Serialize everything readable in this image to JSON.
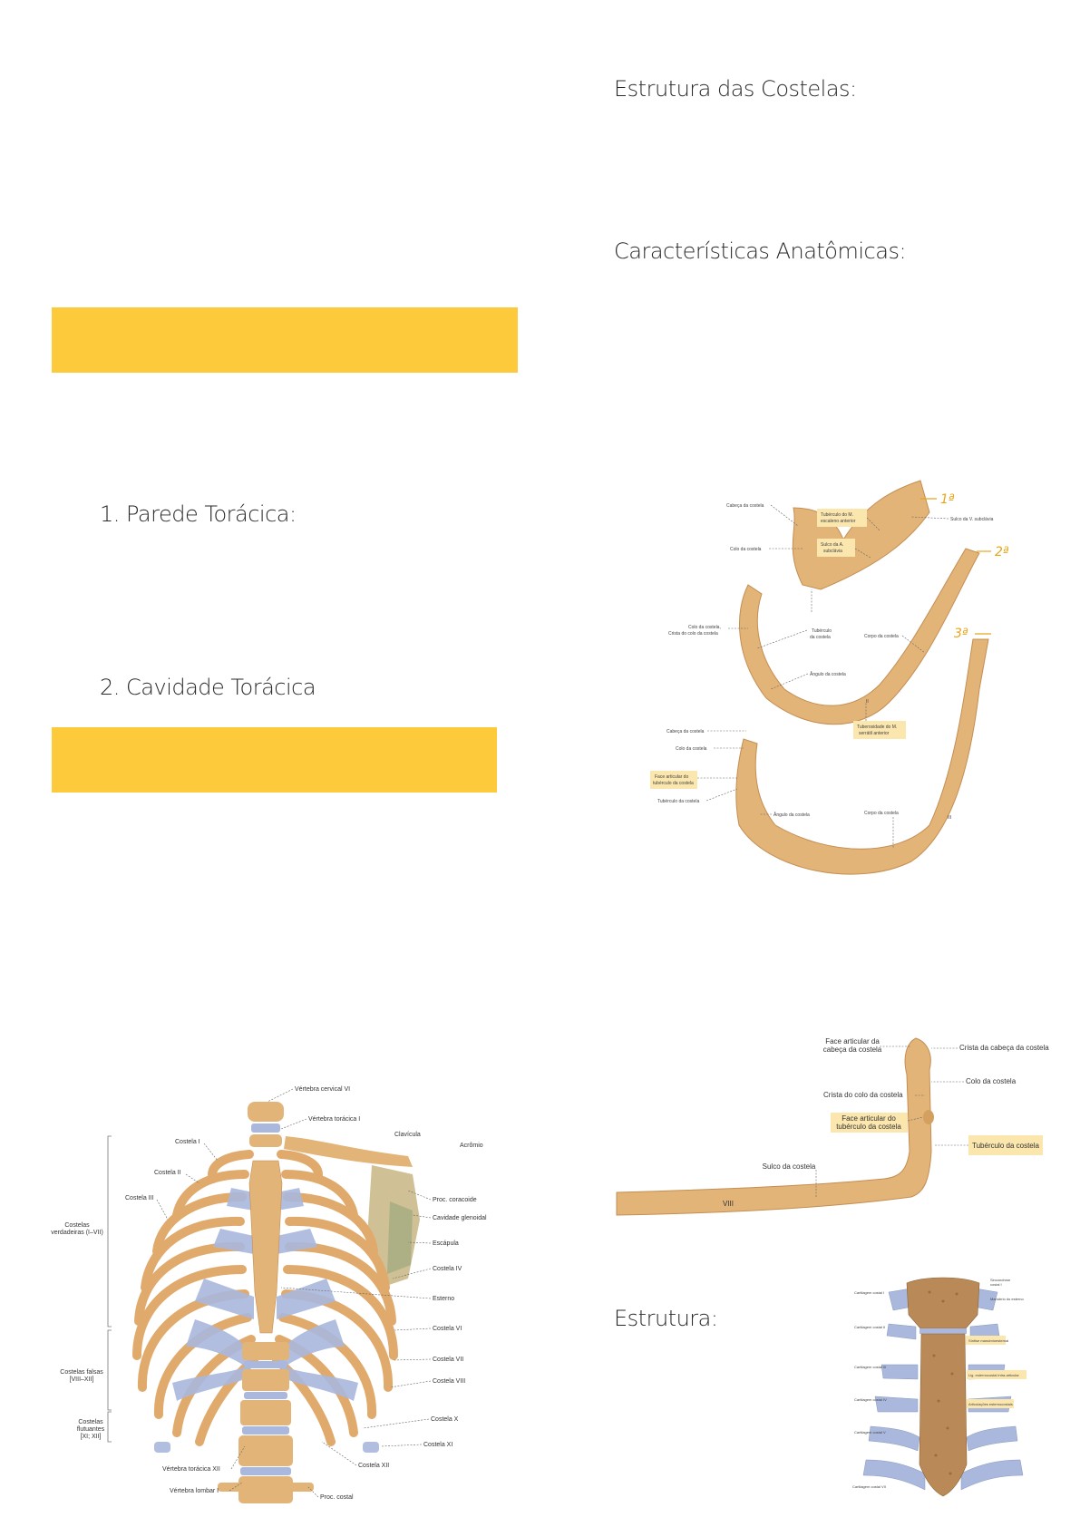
{
  "headings": {
    "estrutura_costelas": "Estrutura das Costelas:",
    "caracteristicas": "Características Anatômicas:",
    "parede": "1. Parede Torácica:",
    "cavidade": "2. Cavidade Torácica",
    "estrutura": "Estrutura:"
  },
  "colors": {
    "highlight": "#fdca3c",
    "bone": "#e2b478",
    "cartilage": "#a9b8dc",
    "handwriting": "#e8a51a"
  },
  "ribs_figure": {
    "handwritten": [
      "1ª",
      "2ª",
      "3ª"
    ],
    "labels": {
      "cabeca1": "Cabeça da costela",
      "tub_escaleno_1": "Tubérculo do M.",
      "tub_escaleno_2": "escaleno anterior",
      "sulco_subclavia": "Sulco da V. subclávia",
      "colo1": "Colo da costela",
      "sulco_a_1": "Sulco da A.",
      "sulco_a_2": "subclávia",
      "colo_crista_1": "Colo da costela,",
      "colo_crista_2": "Crista do colo da costela",
      "tuberculo_1": "Tubérculo",
      "tuberculo_2": "da costela",
      "corpo1": "Corpo da costela",
      "angulo1": "Ângulo da costela",
      "tuberosidade_1": "Tuberosidade do M.",
      "tuberosidade_2": "serrátil anterior",
      "cabeca2": "Cabeça da costela",
      "colo2": "Colo da costela",
      "face_art_1": "Face articular do",
      "face_art_2": "tubérculo da costela",
      "tuberculo3": "Tubérculo da costela",
      "angulo2": "Ângulo da costela",
      "corpo2": "Corpo da costela",
      "num_ii": "II",
      "num_iii": "III"
    }
  },
  "rib8_figure": {
    "labels": {
      "face_cabeca_1": "Face articular da",
      "face_cabeca_2": "cabeça da costela",
      "crista_cabeca": "Crista da cabeça da costela",
      "colo": "Colo da costela",
      "crista_colo": "Crista do colo da costela",
      "face_tub_1": "Face articular do",
      "face_tub_2": "tubérculo da costela",
      "tuberculo": "Tubérculo da costela",
      "sulco": "Sulco da costela",
      "num_viii": "VIII"
    }
  },
  "sternum_figure": {
    "labels": {
      "sincondrose_1": "Sincondrose",
      "sincondrose_2": "costal I",
      "manubrio": "Manúbrio do esterno",
      "cart1": "Cartilagem costal I",
      "cart2": "Cartilagem costal II",
      "sinfise": "Sínfise manubrioesternal",
      "cart3": "Cartilagem costal III",
      "lig": "Lig. esternocostal intra-articular",
      "cart4": "Cartilagem costal IV",
      "artic": "Articulações esternocostais",
      "cart5": "Cartilagem costal V",
      "cart7": "Cartilagem costal VII"
    }
  },
  "thorax_figure": {
    "labels": {
      "vcervical": "Vértebra cervical VI",
      "vtoracica1": "Vértebra torácica I",
      "clavicula": "Clavícula",
      "acromio": "Acrômio",
      "costela1": "Costela I",
      "costela2": "Costela II",
      "costela3": "Costela III",
      "proc_coracoide": "Proc. coracoide",
      "cav_glenoidal": "Cavidade glenoidal",
      "escapula": "Escápula",
      "costela4": "Costela IV",
      "esterno": "Esterno",
      "costela6": "Costela VI",
      "costela7": "Costela VII",
      "costela8": "Costela VIII",
      "costela10": "Costela X",
      "costela11": "Costela XI",
      "costela12": "Costela XII",
      "vtoracica12": "Vértebra torácica XII",
      "vlombar1": "Vértebra lombar I",
      "proc_costal": "Proc. costal",
      "verdadeiras_1": "Costelas",
      "verdadeiras_2": "verdadeiras (I–VII)",
      "falsas_1": "Costelas falsas",
      "falsas_2": "[VIII–XII]",
      "flutuantes_1": "Costelas",
      "flutuantes_2": "flutuantes",
      "flutuantes_3": "[XI; XII]"
    }
  }
}
